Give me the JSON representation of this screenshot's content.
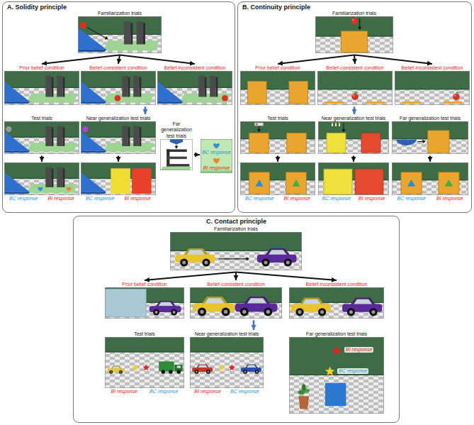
{
  "diagram": {
    "nodes": [
      {
        "text": [
          "A. Solidity principle"
        ]
      },
      {
        "text": [
          "Familiarization trials"
        ],
        "in": 0
      },
      {
        "text": [
          "Prior belief condition"
        ],
        "in": 0
      },
      {
        "text": [
          "Belief-consistent condition"
        ],
        "in": 0
      },
      {
        "text": [
          "Belief-inconsistent condition"
        ],
        "in": 0
      },
      {
        "text": [
          "Test trials"
        ],
        "in": 0
      },
      {
        "text": [
          "Near generalization test trials"
        ],
        "in": 0
      },
      {
        "text": [
          "Far generalization test trials"
        ],
        "in": 0
      },
      {
        "text": [
          "BC response",
          "BI response"
        ],
        "in": 0
      },
      {
        "text": [
          "BC response",
          "BI response"
        ],
        "in": 0
      },
      {
        "text": [
          "BC response",
          "BI response"
        ],
        "in": 0
      },
      {
        "text": [
          "B. Continuity principle"
        ]
      },
      {
        "text": [
          "Familiarization trials"
        ],
        "in": 11
      },
      {
        "text": [
          "Prior belief condition"
        ],
        "in": 11
      },
      {
        "text": [
          "Belief-consistent condition"
        ],
        "in": 11
      },
      {
        "text": [
          "Belief-inconsistent condition"
        ],
        "in": 11
      },
      {
        "text": [
          "Test trials"
        ],
        "in": 11
      },
      {
        "text": [
          "Near generalization test trials"
        ],
        "in": 11
      },
      {
        "text": [
          "Far generalization test trials"
        ],
        "in": 11
      },
      {
        "text": [
          "BC response",
          "BI response"
        ],
        "in": 11
      },
      {
        "text": [
          "BC response",
          "BI response"
        ],
        "in": 11
      },
      {
        "text": [
          "BC response",
          "BI response"
        ],
        "in": 11
      },
      {
        "text": [
          "C. Contact principle"
        ]
      },
      {
        "text": [
          "Familiarization trials"
        ],
        "in": 22
      },
      {
        "text": [
          "Prior belief condition"
        ],
        "in": 22
      },
      {
        "text": [
          "Belief-consistent condition"
        ],
        "in": 22
      },
      {
        "text": [
          "Belief-inconsistent condition"
        ],
        "in": 22
      },
      {
        "text": [
          "Test trials",
          "BI response",
          "BC response"
        ],
        "in": 22
      },
      {
        "text": [
          "Near generalization test trials",
          "BI response",
          "BC response"
        ],
        "in": 22
      },
      {
        "text": [
          "Far generalization test trials",
          "BI response",
          "BC response"
        ],
        "in": 22
      }
    ],
    "edges": [
      {
        "from": 1,
        "to": 2,
        "arrow": "to"
      },
      {
        "from": 1,
        "to": 3,
        "arrow": "to"
      },
      {
        "from": 1,
        "to": 4,
        "arrow": "to"
      },
      {
        "from": 3,
        "to": 6,
        "arrow": "to"
      },
      {
        "from": 5,
        "to": 8,
        "arrow": "to"
      },
      {
        "from": 6,
        "to": 9,
        "arrow": "to"
      },
      {
        "from": 7,
        "to": 10,
        "arrow": "to"
      },
      {
        "from": 12,
        "to": 13,
        "arrow": "to"
      },
      {
        "from": 12,
        "to": 14,
        "arrow": "to"
      },
      {
        "from": 12,
        "to": 15,
        "arrow": "to"
      },
      {
        "from": 14,
        "to": 17,
        "arrow": "to"
      },
      {
        "from": 16,
        "to": 19,
        "arrow": "to"
      },
      {
        "from": 17,
        "to": 20,
        "arrow": "to"
      },
      {
        "from": 18,
        "to": 21,
        "arrow": "to"
      },
      {
        "from": 23,
        "to": 24,
        "arrow": "to"
      },
      {
        "from": 23,
        "to": 25,
        "arrow": "to"
      },
      {
        "from": 23,
        "to": 26,
        "arrow": "to"
      },
      {
        "from": 25,
        "to": 28,
        "arrow": "to"
      }
    ]
  }
}
